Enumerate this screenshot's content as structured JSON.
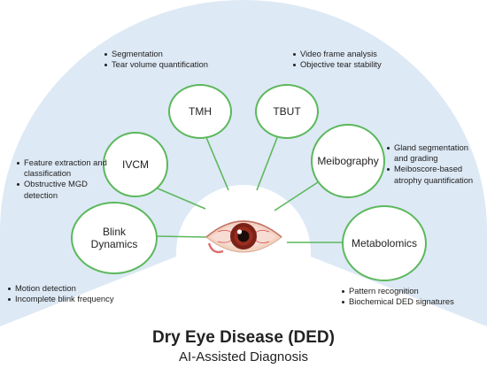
{
  "title": "Dry Eye Disease (DED)",
  "subtitle": "AI-Assisted Diagnosis",
  "colors": {
    "background_arc": "#dde9f5",
    "node_border": "#5cb85c",
    "connector": "#5cb85c",
    "iris": "#7a2218"
  },
  "center": {
    "icon": "red-eye-icon"
  },
  "nodes": {
    "tmh": {
      "label": "TMH",
      "bullets": [
        "Segmentation",
        "Tear volume quantification"
      ]
    },
    "tbut": {
      "label": "TBUT",
      "bullets": [
        "Video frame analysis",
        "Objective tear stability"
      ]
    },
    "ivcm": {
      "label": "IVCM",
      "bullets": [
        "Feature extraction and classification",
        "Obstructive MGD detection"
      ]
    },
    "meibography": {
      "label": "Meibography",
      "bullets": [
        "Gland segmentation and grading",
        "Meiboscore-based atrophy quantification"
      ]
    },
    "blink": {
      "label": "Blink Dynamics",
      "bullets": [
        "Motion detection",
        "Incomplete blink frequency"
      ]
    },
    "metabolomics": {
      "label": "Metabolomics",
      "bullets": [
        "Pattern recognition",
        "Biochemical DED signatures"
      ]
    }
  }
}
